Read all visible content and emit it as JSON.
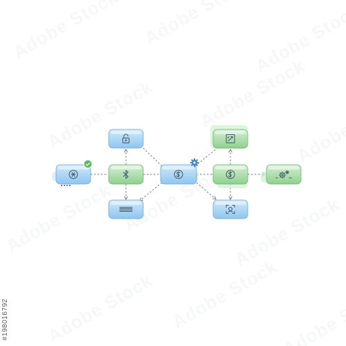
{
  "watermark": {
    "text": "Adobe Stock",
    "tiles": [
      "Adobe Stock",
      "Adobe Stock",
      "Adobe Stock",
      "Adobe Stock",
      "Adobe Stock",
      "Adobe Stock",
      "Adobe Stock",
      "Adobe Stock",
      "Adobe Stock",
      "Adobe Stock",
      "Adobe Stock",
      "Adobe Stock"
    ]
  },
  "stock_id": "#198016792",
  "colors": {
    "blue_top": "#cfe9fb",
    "blue_bottom": "#8fc6ef",
    "blue_edge": "#6aa8d8",
    "green_top": "#d4f0d4",
    "green_bottom": "#8fd08f",
    "green_edge": "#6cb36c",
    "icon_stroke": "#3c5466",
    "connector": "#6b7a86",
    "gear_blue": "#3f88c5",
    "badge_green": "#5fb85f"
  },
  "nodes": [
    {
      "name": "profile-card",
      "color": "blue",
      "icon": "profile-icon"
    },
    {
      "name": "lock-card",
      "color": "blue",
      "icon": "lock-icon"
    },
    {
      "name": "bluetooth-card",
      "color": "green",
      "icon": "bluetooth-icon"
    },
    {
      "name": "menu-card",
      "color": "blue",
      "icon": "menu-lines-icon"
    },
    {
      "name": "central-payment-card",
      "color": "blue",
      "icon": "dollar-coin-icon"
    },
    {
      "name": "document-card",
      "color": "green",
      "icon": "document-icon"
    },
    {
      "name": "payment-card",
      "color": "green",
      "icon": "dollar-coin-icon"
    },
    {
      "name": "face-scan-card",
      "color": "blue",
      "icon": "face-scan-icon"
    },
    {
      "name": "settings-card",
      "color": "green",
      "icon": "gears-icon"
    }
  ]
}
